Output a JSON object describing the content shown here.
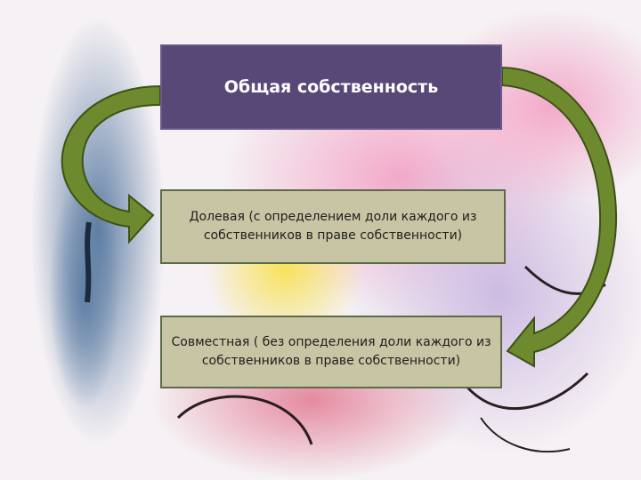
{
  "diagram": {
    "top": "Общая собственность",
    "middle": "Долевая (с определением доли каждого из собственников в праве собственности)",
    "bottom": "Совместная  ( без определения доли каждого из собственников в праве собственности)"
  },
  "colors": {
    "top_fill": "#584878",
    "box_fill": "#c8c5a5",
    "arrow_fill": "#6e8a2e"
  }
}
